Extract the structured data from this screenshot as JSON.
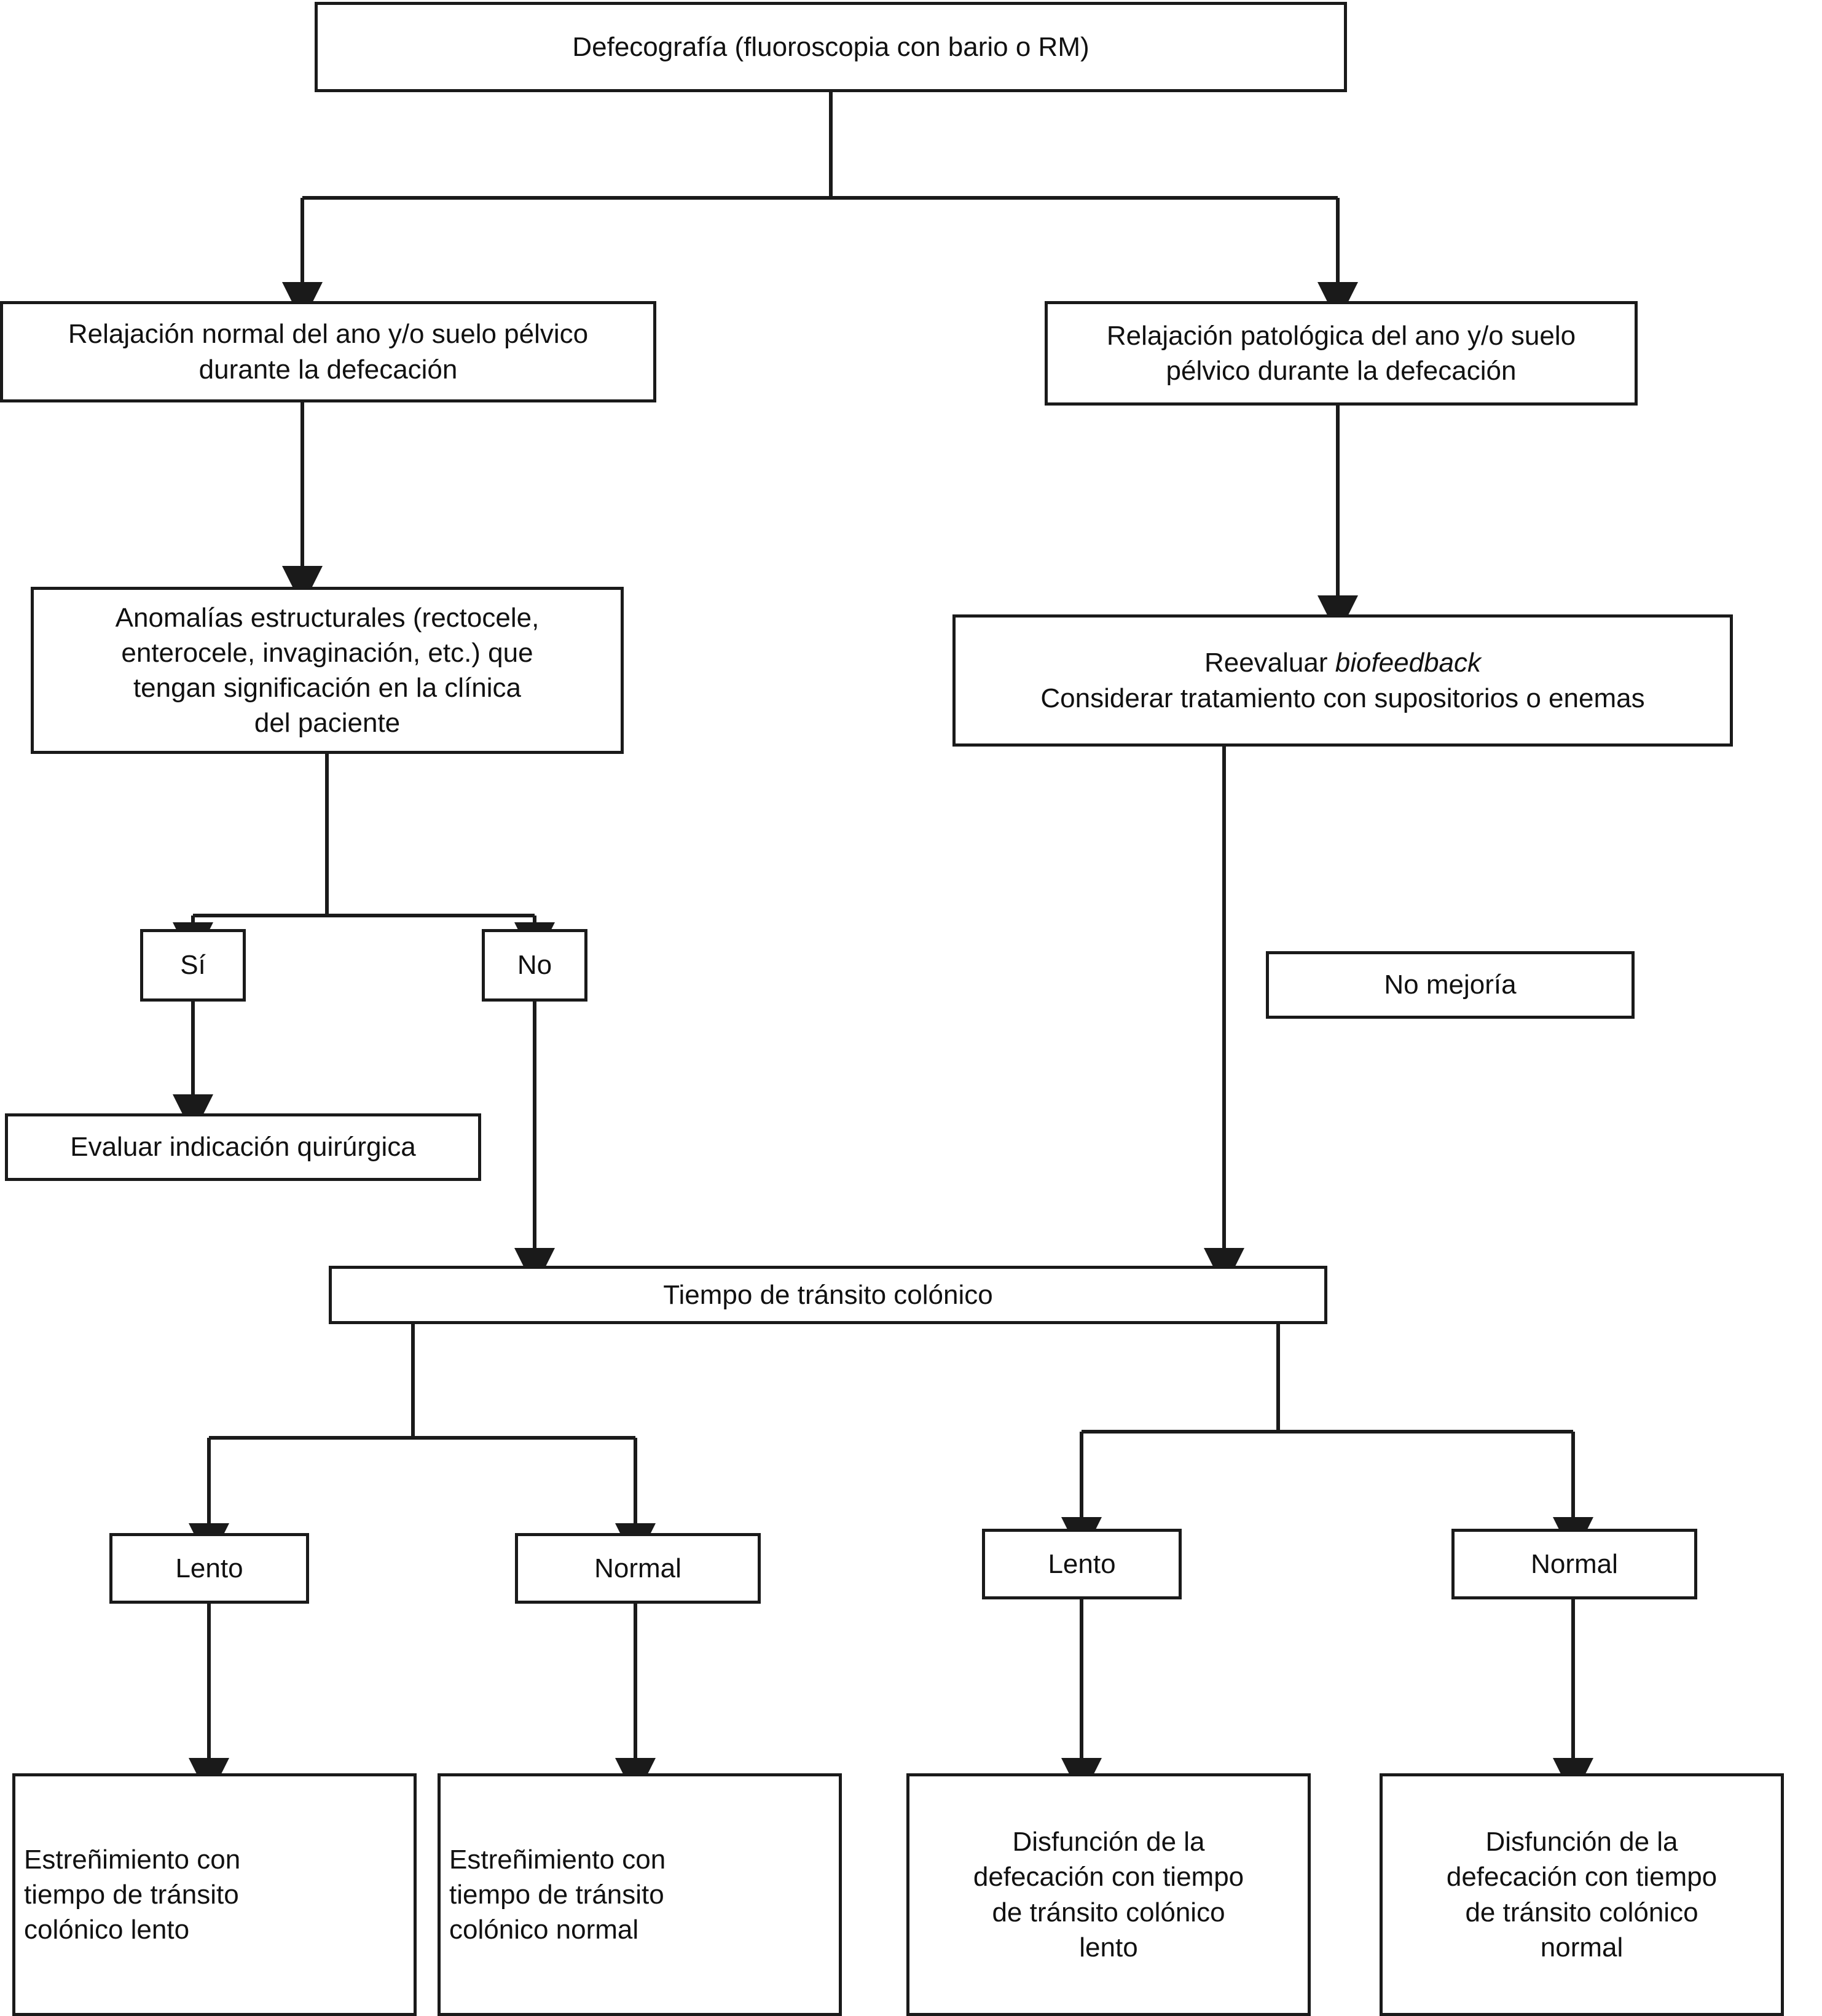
{
  "diagram": {
    "title": "Algoritmo diagnostico de la defecografia",
    "language": "es",
    "line_color": "#1a1a1a",
    "box_fill": "#ffffff",
    "text_color": "#111111"
  },
  "nodes": {
    "root": {
      "id": "defecografia",
      "label": "Defecografía (fluoroscopia con bario o RM)"
    },
    "normal_relaxation": {
      "id": "relajacion-normal",
      "label": "Relajación normal del ano y/o suelo pélvico\ndurante la defecación"
    },
    "pathological_relaxation": {
      "id": "relajacion-patologica",
      "label": "Relajación patológica del ano y/o suelo\npélvico durante la defecación"
    },
    "structural_abnormalities": {
      "id": "anomalias-estructurales",
      "label": "Anomalías estructurales (rectocele,\nenterocele, invaginación, etc.) que\ntengan significación en la clínica\ndel paciente"
    },
    "reassess_biofeedback": {
      "id": "reevaluar-biofeedback",
      "label_line1_prefix": "Reevaluar ",
      "label_line1_italic": "biofeedback",
      "label_line2": "Considerar tratamiento con supositorios o enemas"
    },
    "yes": {
      "id": "si",
      "label": "Sí"
    },
    "no": {
      "id": "no",
      "label": "No"
    },
    "no_improvement": {
      "id": "no-mejoria",
      "label": "No mejoría"
    },
    "surgical_evaluation": {
      "id": "evaluar-indicacion-quirurgica",
      "label": "Evaluar indicación quirúrgica"
    },
    "colonic_transit_time": {
      "id": "tiempo-transito-colonico",
      "label": "Tiempo de tránsito colónico"
    },
    "transit_left_slow": {
      "id": "lento-izquierda",
      "label": "Lento"
    },
    "transit_left_normal": {
      "id": "normal-izquierda",
      "label": "Normal"
    },
    "transit_right_slow": {
      "id": "lento-derecha",
      "label": "Lento"
    },
    "transit_right_normal": {
      "id": "normal-derecha",
      "label": "Normal"
    },
    "outcome_1": {
      "id": "estrenimiento-transito-lento",
      "label": "Estreñimiento con\ntiempo de tránsito\ncolónico lento"
    },
    "outcome_2": {
      "id": "estrenimiento-transito-normal",
      "label": "Estreñimiento con\ntiempo de tránsito\ncolónico normal"
    },
    "outcome_3": {
      "id": "disfuncion-defecacion-transito-lento",
      "label": "Disfunción de la\ndefecación con tiempo\nde tránsito colónico\nlento"
    },
    "outcome_4": {
      "id": "disfuncion-defecacion-transito-normal",
      "label": "Disfunción de la\ndefecación con tiempo\nde tránsito colónico\nnormal"
    }
  },
  "flow": {
    "edges": [
      {
        "from": "defecografia",
        "to": "relajacion-normal"
      },
      {
        "from": "defecografia",
        "to": "relajacion-patologica"
      },
      {
        "from": "relajacion-normal",
        "to": "anomalias-estructurales"
      },
      {
        "from": "relajacion-patologica",
        "to": "reevaluar-biofeedback"
      },
      {
        "from": "anomalias-estructurales",
        "to": "si"
      },
      {
        "from": "anomalias-estructurales",
        "to": "no"
      },
      {
        "from": "si",
        "to": "evaluar-indicacion-quirurgica"
      },
      {
        "from": "no",
        "to": "tiempo-transito-colonico"
      },
      {
        "from": "reevaluar-biofeedback",
        "to": "tiempo-transito-colonico"
      },
      {
        "from": "tiempo-transito-colonico",
        "to": "lento-izquierda"
      },
      {
        "from": "tiempo-transito-colonico",
        "to": "normal-izquierda"
      },
      {
        "from": "tiempo-transito-colonico",
        "to": "lento-derecha"
      },
      {
        "from": "tiempo-transito-colonico",
        "to": "normal-derecha"
      },
      {
        "from": "lento-izquierda",
        "to": "estrenimiento-transito-lento"
      },
      {
        "from": "normal-izquierda",
        "to": "estrenimiento-transito-normal"
      },
      {
        "from": "lento-derecha",
        "to": "disfuncion-defecacion-transito-lento"
      },
      {
        "from": "normal-derecha",
        "to": "disfuncion-defecacion-transito-normal"
      }
    ]
  }
}
